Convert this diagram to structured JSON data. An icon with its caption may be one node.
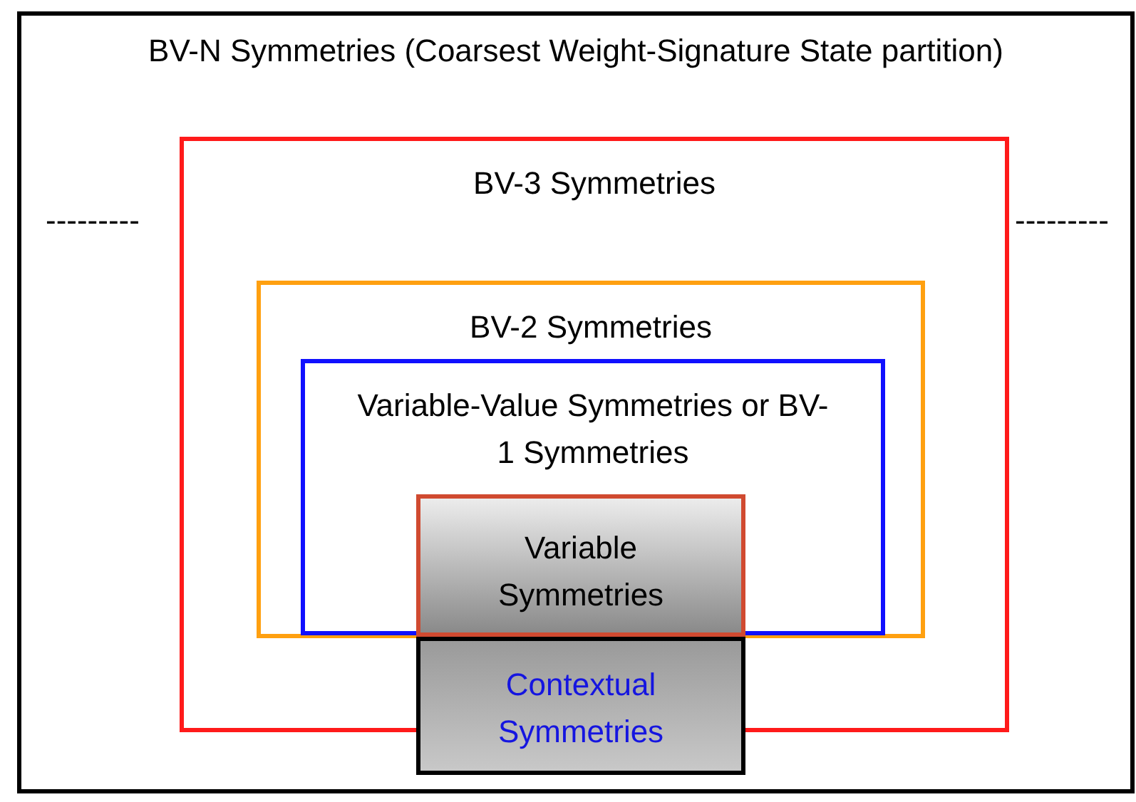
{
  "diagram": {
    "nodes": [
      {
        "text": [
          "BV-N Symmetries (Coarsest Weight-Signature State partition)"
        ]
      },
      {
        "text": [
          "BV-3 Symmetries"
        ],
        "in": 0
      },
      {
        "text": [
          "BV-2 Symmetries"
        ],
        "in": 1
      },
      {
        "text": [
          "Variable-Value Symmetries or BV-1 Symmetries"
        ],
        "in": 2
      },
      {
        "text": [
          "Variable Symmetries"
        ],
        "in": 3
      },
      {
        "text": [
          "Contextual Symmetries"
        ],
        "in": 0
      }
    ],
    "labels": [
      "---------",
      "---------"
    ]
  }
}
